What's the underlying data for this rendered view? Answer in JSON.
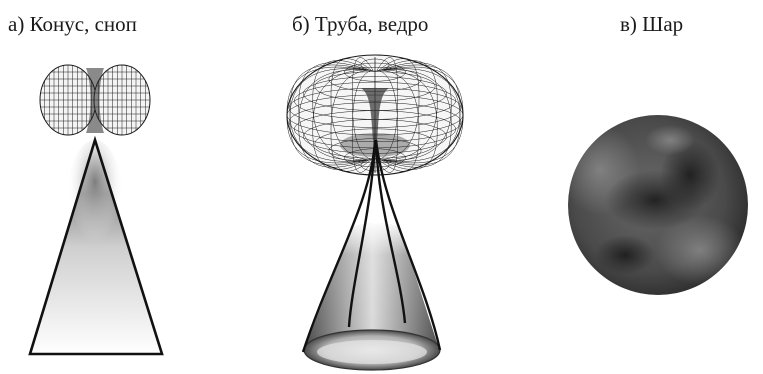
{
  "panels": [
    {
      "id": "a",
      "label": "а) Конус, сноп"
    },
    {
      "id": "b",
      "label": "б) Труба, ведро"
    },
    {
      "id": "c",
      "label": "в) Шар"
    }
  ],
  "colors": {
    "wire": "#1a1a1a",
    "sphere_dark": "#2a2a2a",
    "sphere_mid": "#6e6e6e",
    "outline": "#111111"
  }
}
